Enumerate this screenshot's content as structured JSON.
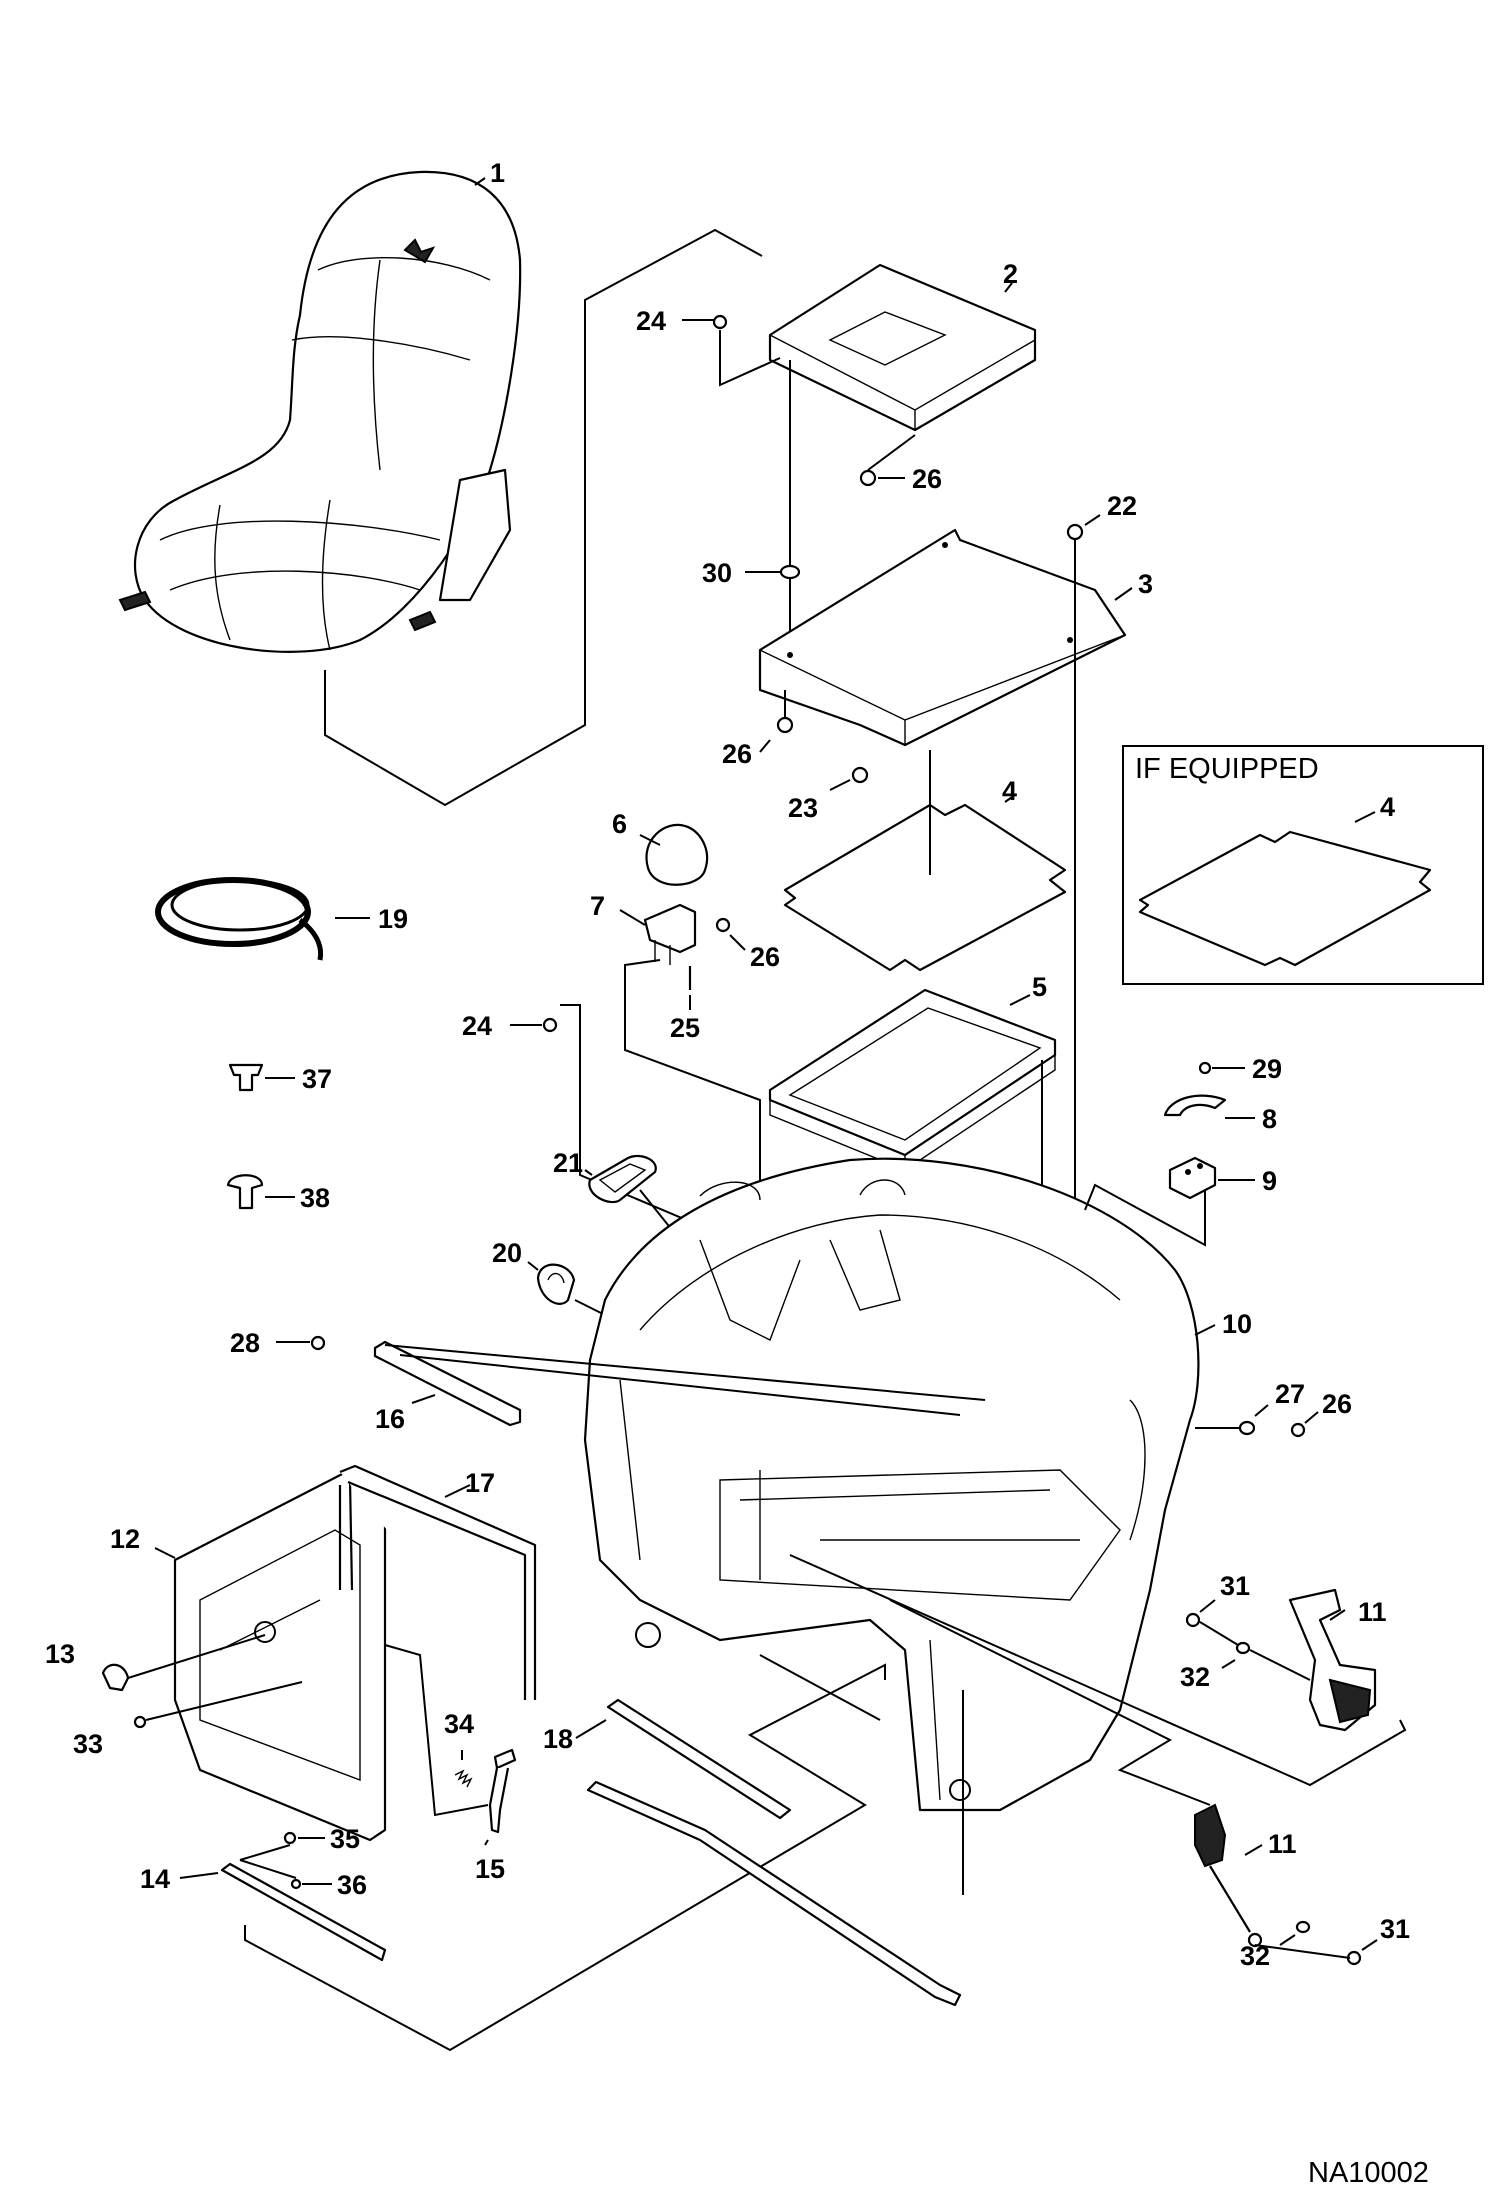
{
  "drawing_id": "NA10002",
  "inset_box": {
    "title": "IF EQUIPPED",
    "callout": "4"
  },
  "callouts": {
    "c1": "1",
    "c2": "2",
    "c3": "3",
    "c4": "4",
    "c5": "5",
    "c6": "6",
    "c7": "7",
    "c8": "8",
    "c9": "9",
    "c10": "10",
    "c11a": "11",
    "c11b": "11",
    "c12": "12",
    "c13": "13",
    "c14": "14",
    "c15": "15",
    "c16": "16",
    "c17": "17",
    "c18": "18",
    "c19": "19",
    "c20": "20",
    "c21": "21",
    "c22": "22",
    "c23": "23",
    "c24a": "24",
    "c24b": "24",
    "c25": "25",
    "c26a": "26",
    "c26b": "26",
    "c26c": "26",
    "c26d": "26",
    "c27": "27",
    "c28": "28",
    "c29": "29",
    "c30": "30",
    "c31a": "31",
    "c31b": "31",
    "c32a": "32",
    "c32b": "32",
    "c33": "33",
    "c34": "34",
    "c35": "35",
    "c36": "36",
    "c37": "37",
    "c38": "38"
  },
  "part_icons": {
    "seat": "seat-icon",
    "mount_plate": "mounting-plate-icon",
    "seat_plate": "seat-plate-icon",
    "mat": "mat-icon",
    "tray": "tray-icon",
    "hose": "hose-icon",
    "seat_pan": "seat-pan-icon",
    "side_panel": "side-panel-icon",
    "seat_belt": "seat-belt-icon"
  }
}
